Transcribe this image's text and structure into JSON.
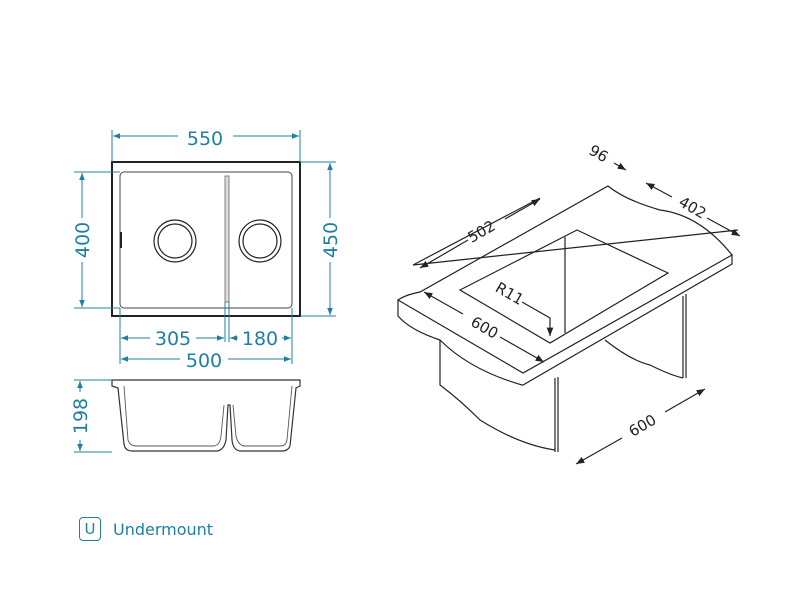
{
  "colors": {
    "dimension": "#1f7fa3",
    "line": "#222222"
  },
  "top_view": {
    "width_outer": "550",
    "depth_outer": "450",
    "depth_inner": "400",
    "bowl_left": "305",
    "bowl_right": "180",
    "width_inner": "500"
  },
  "side_view": {
    "height": "198"
  },
  "iso_view": {
    "d96": "96",
    "d402": "402",
    "d502": "502",
    "radius": "R11",
    "front": "600",
    "cabinet": "600"
  },
  "legend": {
    "icon_letter": "U",
    "label": "Undermount"
  }
}
